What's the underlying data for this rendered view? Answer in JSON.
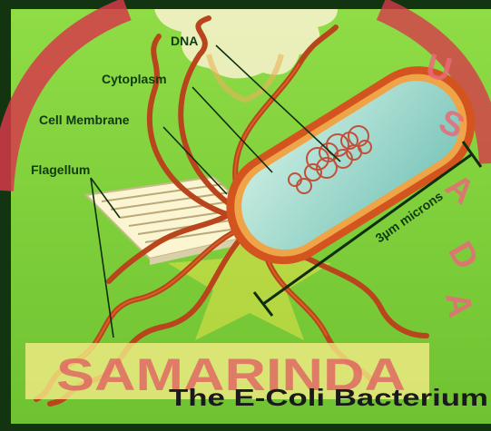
{
  "diagram": {
    "title": "The E-Coli Bacterium",
    "labels": {
      "dna": "DNA",
      "cytoplasm": "Cytoplasm",
      "cell_membrane": "Cell Membrane",
      "flagellum": "Flagellum"
    },
    "scale": "3µm  microns"
  },
  "watermark": {
    "text": "SAMARINDA",
    "side_letters": [
      "U",
      "S",
      "A",
      "D",
      "A"
    ]
  },
  "colors": {
    "background": "#7fd23a",
    "cell_wall": "#c0401a",
    "cytoplasm": "#9ed6c8",
    "flagella": "#b8451c",
    "label_text": "#103a10",
    "watermark": "#e04050"
  }
}
